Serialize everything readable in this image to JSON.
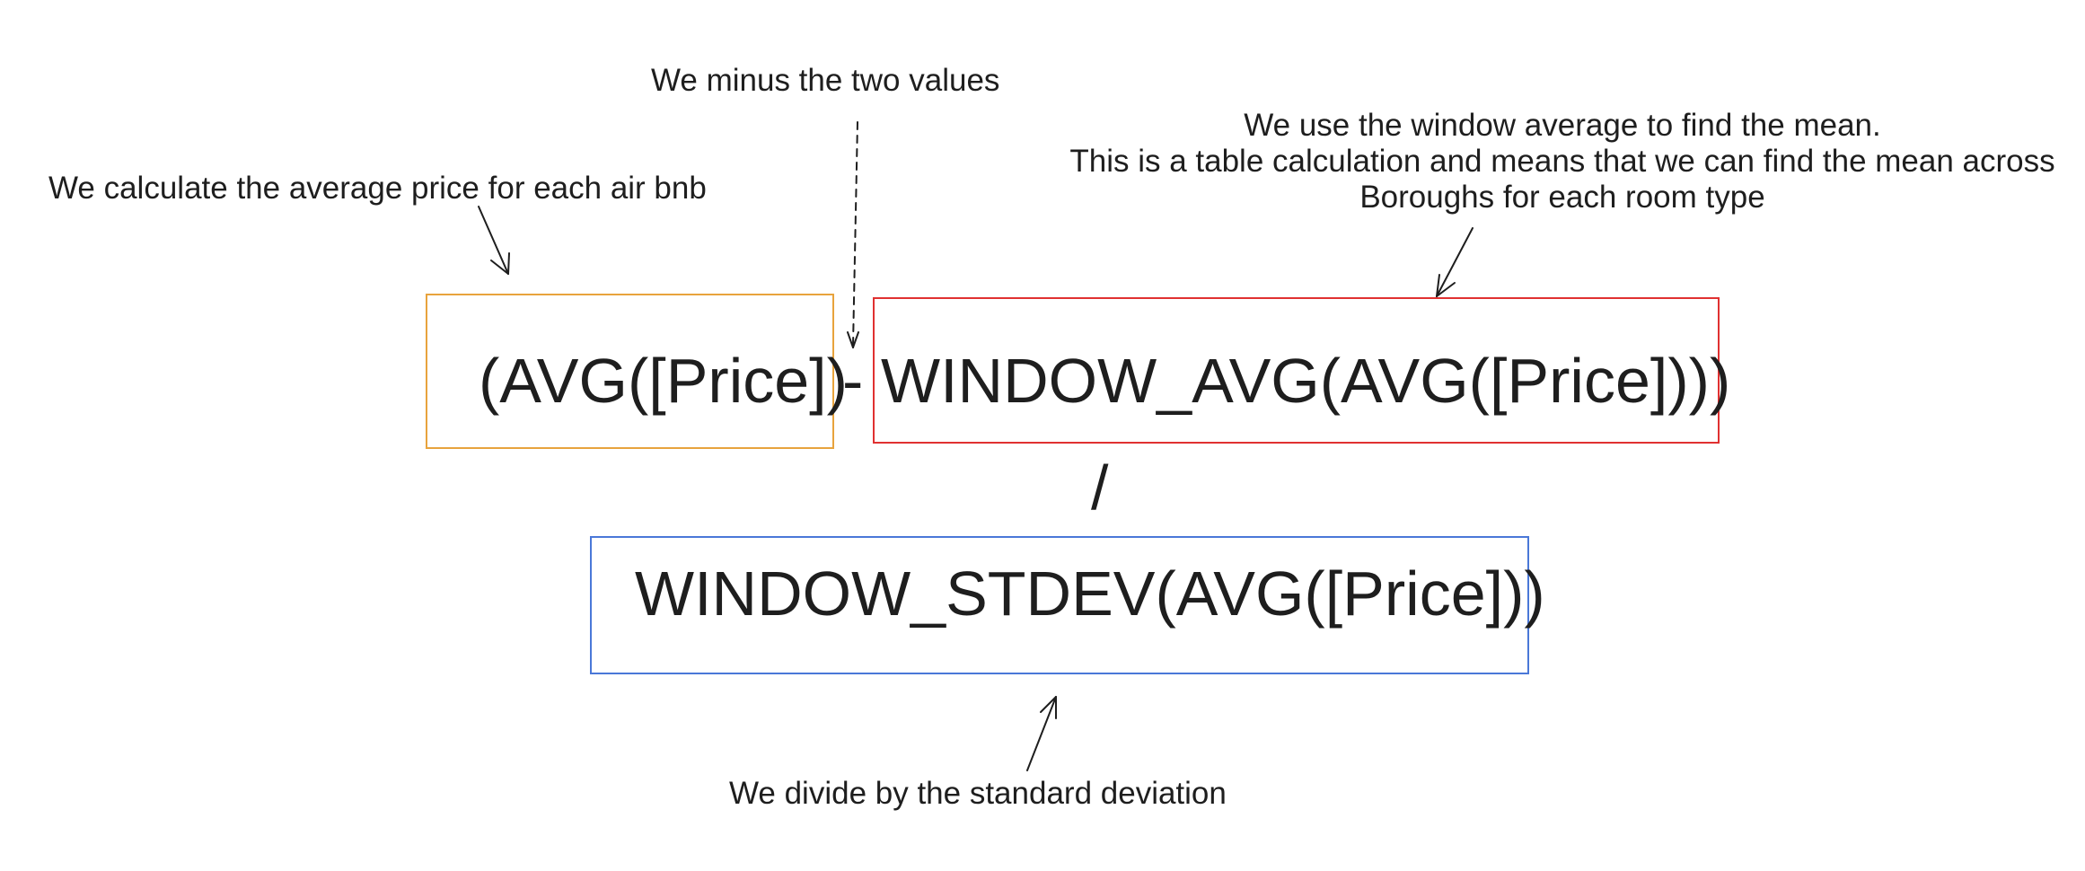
{
  "annotations": {
    "average_price": "We calculate the average price for each air bnb",
    "minus": "We minus the two values",
    "window_avg_line1": "We use the window average to find the mean.",
    "window_avg_line2": "This is a table calculation and means that we can find the mean across",
    "window_avg_line3": "Boroughs for each room type",
    "stdev": "We divide by the standard deviation"
  },
  "formula": {
    "avg_price": "(AVG([Price])",
    "minus_sign": "-",
    "window_avg": "WINDOW_AVG(AVG([Price])))",
    "divide_sign": "/",
    "window_stdev": "WINDOW_STDEV(AVG([Price]))"
  },
  "colors": {
    "avg_box": "#e8a33d",
    "window_avg_box": "#e03131",
    "stdev_box": "#4a78d8",
    "text": "#1e1e1e"
  }
}
